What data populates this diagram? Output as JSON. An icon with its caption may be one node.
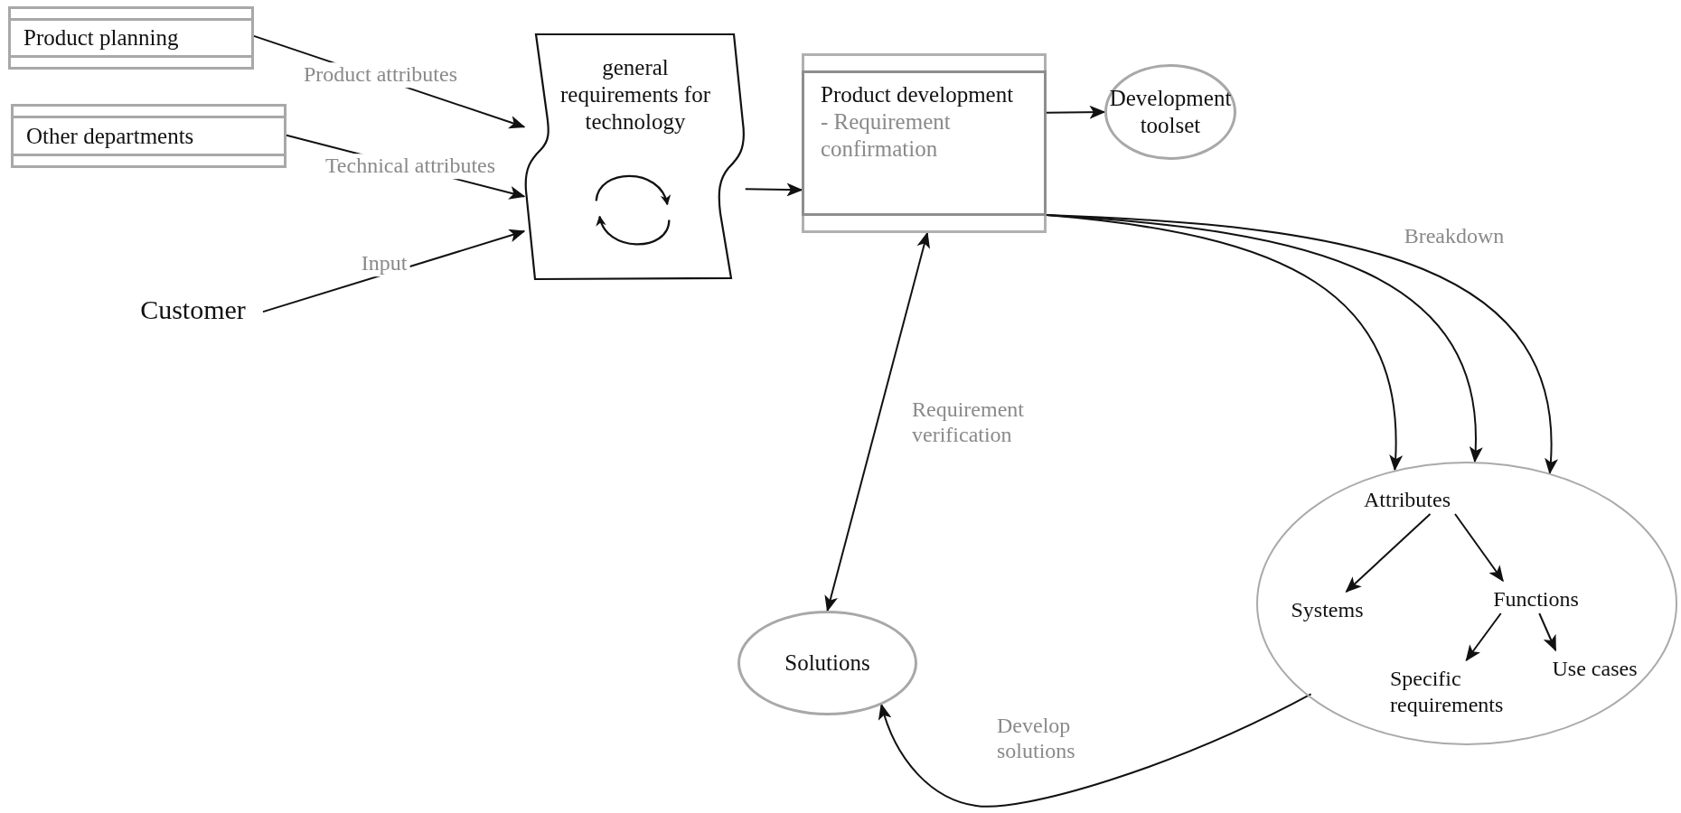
{
  "diagram": {
    "nodes": [
      {
        "text": [
          "Product planning"
        ]
      },
      {
        "text": [
          "Other departments"
        ]
      },
      {
        "text": [
          "Customer"
        ]
      },
      {
        "text": [
          "general requirements for technology"
        ]
      },
      {
        "text": [
          "Product development",
          "- Requirement confirmation"
        ]
      },
      {
        "text": [
          "Development toolset"
        ]
      },
      {
        "text": [],
        "shape": "circle"
      },
      {
        "text": [
          "Attributes"
        ],
        "in": 6
      },
      {
        "text": [
          "Systems"
        ],
        "in": 6
      },
      {
        "text": [
          "Functions"
        ],
        "in": 6
      },
      {
        "text": [
          "Specific requirements"
        ],
        "in": 6
      },
      {
        "text": [
          "Use cases"
        ],
        "in": 6
      },
      {
        "text": [
          "Solutions"
        ]
      }
    ],
    "edges": [
      {
        "from": 0,
        "to": 3,
        "arrow": "to",
        "label": "Product attributes"
      },
      {
        "from": 1,
        "to": 3,
        "arrow": "to",
        "label": "Technical attributes"
      },
      {
        "from": 2,
        "to": 3,
        "arrow": "to",
        "label": "Input"
      },
      {
        "from": 3,
        "to": 4,
        "arrow": "to"
      },
      {
        "from": 4,
        "to": 5,
        "arrow": "to"
      },
      {
        "from": 4,
        "to": 6,
        "arrow": "to"
      },
      {
        "from": 4,
        "to": 6,
        "arrow": "to"
      },
      {
        "from": 4,
        "to": 6,
        "arrow": "to",
        "label": "Breakdown"
      },
      {
        "from": 4,
        "to": 12,
        "arrow": "both",
        "label": "Requirement verification"
      },
      {
        "from": 6,
        "to": 12,
        "arrow": "to",
        "label": "Develop solutions"
      },
      {
        "from": 7,
        "to": 8,
        "arrow": "to"
      },
      {
        "from": 7,
        "to": 9,
        "arrow": "to"
      },
      {
        "from": 9,
        "to": 10,
        "arrow": "to"
      },
      {
        "from": 9,
        "to": 11,
        "arrow": "to"
      }
    ]
  }
}
